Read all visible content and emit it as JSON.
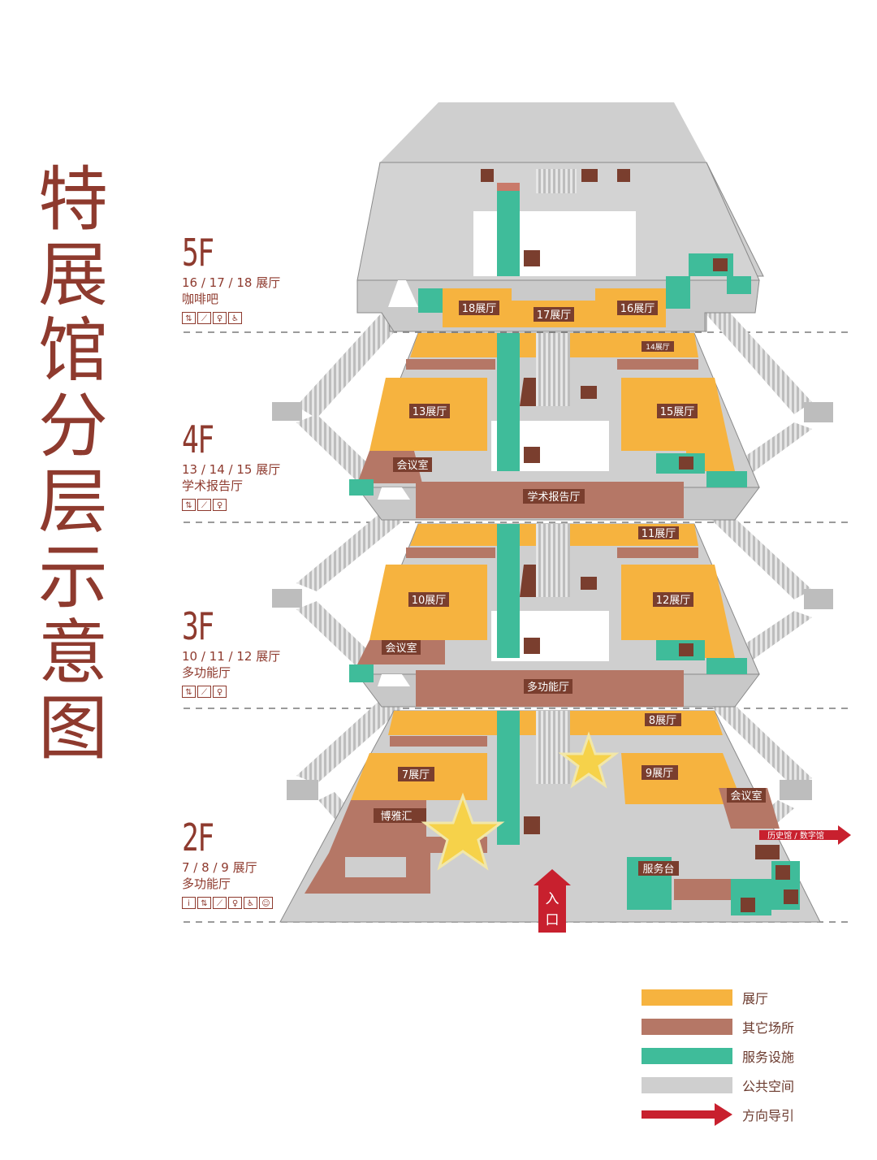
{
  "title": "特展馆分层示意图",
  "colors": {
    "exhibition": "#f6b33f",
    "other": "#b57766",
    "service": "#3fbc9a",
    "public": "#cfcfcf",
    "direction": "#c8202e",
    "text": "#8e3a2e"
  },
  "floors": [
    {
      "code": "5F",
      "halls": "16 / 17 / 18 展厅",
      "extra": "咖啡吧",
      "icons": [
        "elevator-icon",
        "escalator-icon",
        "restroom-icon",
        "accessible-icon"
      ]
    },
    {
      "code": "4F",
      "halls": "13 / 14 / 15 展厅",
      "extra": "学术报告厅",
      "icons": [
        "elevator-icon",
        "escalator-icon",
        "restroom-icon"
      ]
    },
    {
      "code": "3F",
      "halls": "10 / 11 / 12 展厅",
      "extra": "多功能厅",
      "icons": [
        "elevator-icon",
        "escalator-icon",
        "restroom-icon"
      ]
    },
    {
      "code": "2F",
      "halls": "7 / 8 / 9 展厅",
      "extra": "多功能厅",
      "icons": [
        "info-icon",
        "elevator-icon",
        "escalator-icon",
        "restroom-icon",
        "accessible-icon",
        "nursery-icon"
      ]
    }
  ],
  "rooms": {
    "f5": {
      "h18": "18展厅",
      "h17": "17展厅",
      "h16": "16展厅"
    },
    "f4": {
      "h14": "14展厅",
      "h13": "13展厅",
      "h15": "15展厅",
      "meeting": "会议室",
      "auditorium": "学术报告厅"
    },
    "f3": {
      "h11": "11展厅",
      "h10": "10展厅",
      "h12": "12展厅",
      "meeting": "会议室",
      "multi": "多功能厅"
    },
    "f2": {
      "h8": "8展厅",
      "h7": "7展厅",
      "h9": "9展厅",
      "meeting": "会议室",
      "boyahui": "博雅汇",
      "service_desk": "服务台"
    }
  },
  "entrance": "入口",
  "signpost": "历史馆 / 数字馆",
  "legend": [
    {
      "label": "展厅",
      "color": "#f6b33f"
    },
    {
      "label": "其它场所",
      "color": "#b57766"
    },
    {
      "label": "服务设施",
      "color": "#3fbc9a"
    },
    {
      "label": "公共空间",
      "color": "#cfcfcf"
    },
    {
      "label": "方向导引",
      "color": "#c8202e",
      "kind": "arrow"
    }
  ]
}
